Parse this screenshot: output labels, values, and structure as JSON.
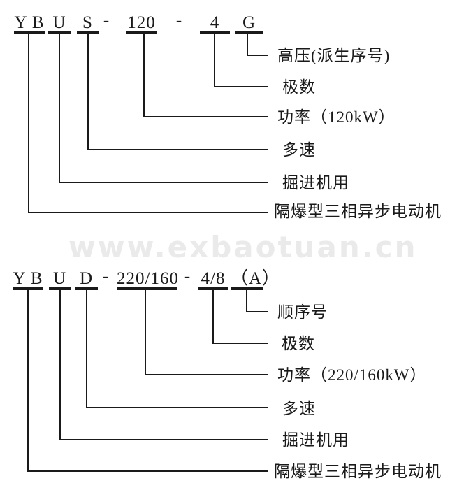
{
  "colors": {
    "line": "#1a1a1a",
    "text": "#1a1a1a",
    "watermark": "#eaeaea",
    "background": "#ffffff"
  },
  "watermark": {
    "text": "www.exbaotuan.cn"
  },
  "top": {
    "segments": [
      {
        "text": "Y B"
      },
      {
        "text": "U"
      },
      {
        "text": "S"
      },
      {
        "text": "-"
      },
      {
        "text": "120"
      },
      {
        "text": "-"
      },
      {
        "text": "4"
      },
      {
        "text": "G"
      }
    ],
    "callouts": [
      {
        "label": "高压(派生序号)"
      },
      {
        "label": "极数"
      },
      {
        "label": "功率（120kW）"
      },
      {
        "label": "多速"
      },
      {
        "label": "掘进机用"
      },
      {
        "label": "隔爆型三相异步电动机"
      }
    ]
  },
  "bottom": {
    "segments": [
      {
        "text": "Y B"
      },
      {
        "text": "U"
      },
      {
        "text": "D"
      },
      {
        "text": "-"
      },
      {
        "text": "220/160"
      },
      {
        "text": "-"
      },
      {
        "text": "4/8"
      },
      {
        "text": "（A）"
      }
    ],
    "callouts": [
      {
        "label": "顺序号"
      },
      {
        "label": "极数"
      },
      {
        "label": "功率（220/160kW）"
      },
      {
        "label": "多速"
      },
      {
        "label": "掘进机用"
      },
      {
        "label": "隔爆型三相异步电动机"
      }
    ]
  }
}
